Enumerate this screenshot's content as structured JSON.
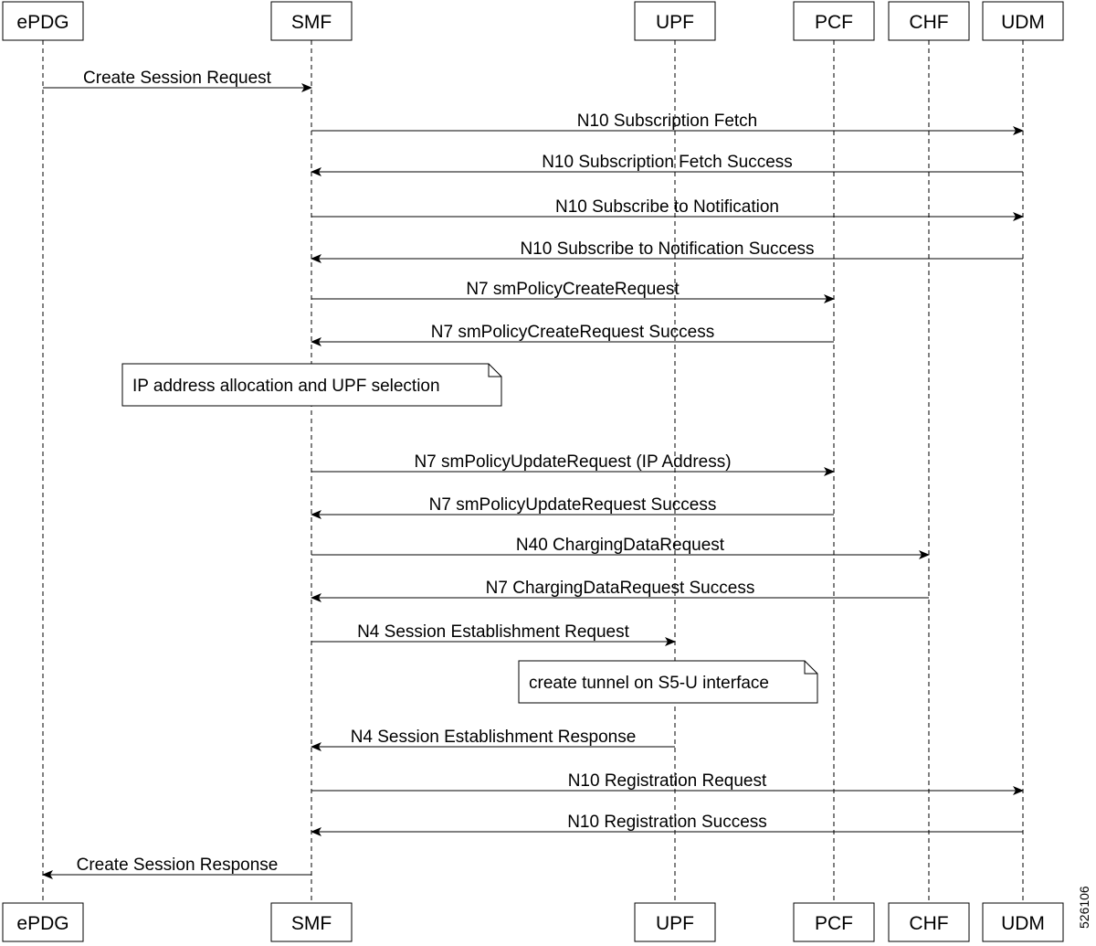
{
  "actors": [
    {
      "id": "epdg",
      "label": "ePDG"
    },
    {
      "id": "smf",
      "label": "SMF"
    },
    {
      "id": "upf",
      "label": "UPF"
    },
    {
      "id": "pcf",
      "label": "PCF"
    },
    {
      "id": "chf",
      "label": "CHF"
    },
    {
      "id": "udm",
      "label": "UDM"
    }
  ],
  "steps": [
    {
      "kind": "message",
      "from": "epdg",
      "to": "smf",
      "label": "Create Session Request"
    },
    {
      "kind": "message",
      "from": "smf",
      "to": "udm",
      "label": "N10 Subscription Fetch"
    },
    {
      "kind": "message",
      "from": "udm",
      "to": "smf",
      "label": "N10 Subscription Fetch Success"
    },
    {
      "kind": "message",
      "from": "smf",
      "to": "udm",
      "label": "N10 Subscribe to Notification"
    },
    {
      "kind": "message",
      "from": "udm",
      "to": "smf",
      "label": "N10 Subscribe to Notification Success"
    },
    {
      "kind": "message",
      "from": "smf",
      "to": "pcf",
      "label": "N7 smPolicyCreateRequest"
    },
    {
      "kind": "message",
      "from": "pcf",
      "to": "smf",
      "label": "N7 smPolicyCreateRequest Success"
    },
    {
      "kind": "note",
      "over": [
        "epdg",
        "smf"
      ],
      "label": "IP address allocation and UPF selection"
    },
    {
      "kind": "message",
      "from": "smf",
      "to": "pcf",
      "label": "N7 smPolicyUpdateRequest (IP Address)"
    },
    {
      "kind": "message",
      "from": "pcf",
      "to": "smf",
      "label": "N7 smPolicyUpdateRequest Success"
    },
    {
      "kind": "message",
      "from": "smf",
      "to": "chf",
      "label": "N40 ChargingDataRequest"
    },
    {
      "kind": "message",
      "from": "chf",
      "to": "smf",
      "label": "N7 ChargingDataRequest Success"
    },
    {
      "kind": "message",
      "from": "smf",
      "to": "upf",
      "label": "N4 Session Establishment Request"
    },
    {
      "kind": "note",
      "over": [
        "upf",
        "pcf"
      ],
      "label": "create tunnel on S5-U interface"
    },
    {
      "kind": "message",
      "from": "upf",
      "to": "smf",
      "label": "N4 Session Establishment Response"
    },
    {
      "kind": "message",
      "from": "smf",
      "to": "udm",
      "label": "N10 Registration Request"
    },
    {
      "kind": "message",
      "from": "udm",
      "to": "smf",
      "label": "N10 Registration Success"
    },
    {
      "kind": "message",
      "from": "smf",
      "to": "epdg",
      "label": "Create Session Response"
    }
  ],
  "figure_id": "526106"
}
